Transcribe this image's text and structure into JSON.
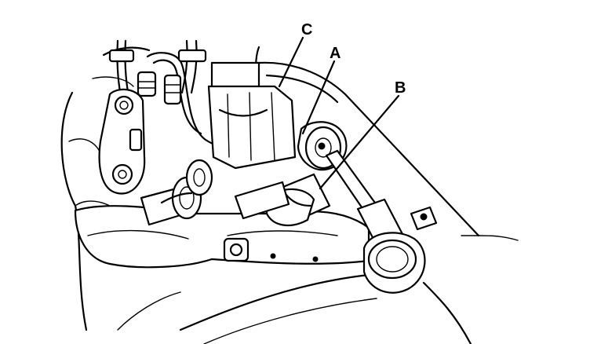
{
  "diagram": {
    "callouts": [
      {
        "id": "C",
        "label": "C"
      },
      {
        "id": "A",
        "label": "A"
      },
      {
        "id": "B",
        "label": "B"
      }
    ]
  }
}
